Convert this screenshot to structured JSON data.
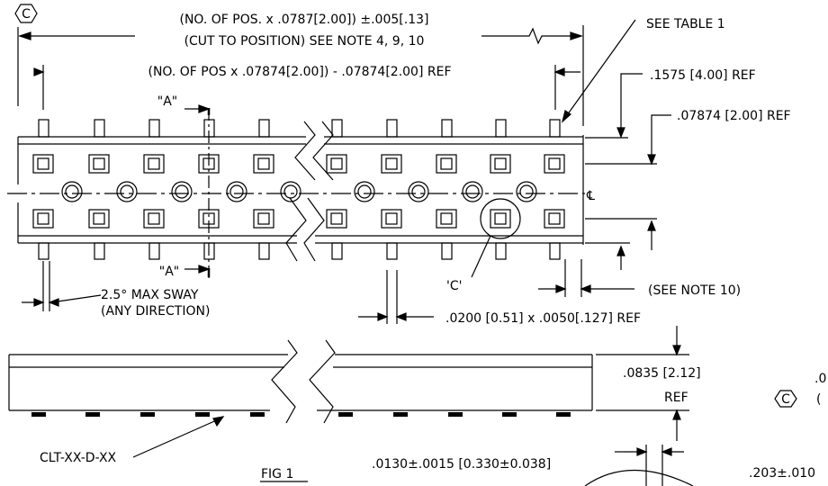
{
  "symbol_letter": "C",
  "dims": {
    "overall_line1": "(NO. OF POS. x .0787[2.00]) ±.005[.13]",
    "overall_line2": "(CUT TO POSITION) SEE NOTE 4, 9, 10",
    "pitch_span": "(NO. OF POS x .07874[2.00]) - .07874[2.00] REF",
    "see_table": "SEE TABLE 1",
    "end_offset": ".1575 [4.00] REF",
    "row_pitch": ".07874 [2.00] REF",
    "sway": "2.5° MAX SWAY",
    "sway_sub": "(ANY DIRECTION)",
    "see_note10": "(SEE NOTE 10)",
    "pin_size": ".0200 [0.51] x .0050[.127] REF",
    "height_val": ".0835 [2.12]",
    "height_ref": "REF",
    "lead_dia": ".0130±.0015 [0.330±0.038]",
    "right_partial1": ".0",
    "right_partial2": "(",
    "bottom_partial": ".203±.010"
  },
  "labels": {
    "section_top": "\"A\"",
    "section_bottom": "\"A\"",
    "detail_c": "'C'",
    "centerline": "℄",
    "part_number": "CLT-XX-D-XX",
    "fig": "FIG 1"
  }
}
